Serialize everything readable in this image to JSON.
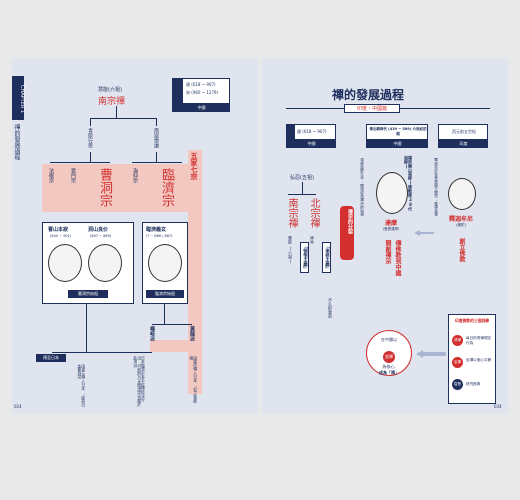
{
  "left": {
    "chapter_tab": "CHAPTER 1",
    "side_title": "禪的發展過程",
    "page_number": "024",
    "top_head_small": "慧能(六祖)",
    "top_head": "南宗禪",
    "era_box": {
      "row1": "唐 (618 ~ 907)",
      "row2": "宋 (960 ~ 1279)",
      "label": "中國"
    },
    "branch_left": "青原行思",
    "branch_right": "南嶽懷讓",
    "sub_left_a": "法眼宗",
    "sub_left_b": "雲門宗",
    "sub_right_a": "溈仰宗",
    "school_caodong": "曹洞宗",
    "school_linji": "臨濟宗",
    "five_houses": "五家七宗",
    "person1_name": "曹山本寂",
    "person1_dates": "(840 ~ 901)",
    "person2_name": "洞山良价",
    "person2_dates": "(807 ~ 869)",
    "person3_name": "臨濟義玄",
    "person3_dates": "(? ~ 866 / 867)",
    "caption_caodong": "曹洞宗始祖",
    "caption_linji": "臨濟宗始祖",
    "sect_yangqi": "楊岐派",
    "sect_huanglong": "黃龍派",
    "japan_label": "傳至日本",
    "note_caodong": "由道元傳入日本,成為日本曹洞宗",
    "note_yangqi": "日本臨濟宗多半從楊岐派分出,目前的日本臨濟宗也屬於此流派",
    "note_huanglong": "由榮西傳入日本,但之後斷絕"
  },
  "right": {
    "title": "禪的發展過程",
    "subtitle": "印度・中國篇",
    "page_number": "034",
    "col_left": {
      "era": "唐 (618 ~ 907)",
      "label": "中國"
    },
    "col_mid": {
      "era": "南北朝時代 (439 ~ 589) 六世紀初期",
      "label": "中國"
    },
    "col_right": {
      "era": "西元前五世紀",
      "label": "印度"
    },
    "hongren": "弘忍(五祖)",
    "north_school": "北宗禪",
    "south_school": "南宗禪",
    "shenxiu": "神秀",
    "huineng": "慧能",
    "north_label": "「漸修主義」",
    "south_label": "「頓悟主義」",
    "north_note": "不久即衰退",
    "south_note": "(六祖)",
    "split_box": "禪宗的分裂",
    "mid_heading": "禪宗開山祖師(佛教第28代祖師)",
    "mid_desc": "達摩面壁九年,開悟成為禪宗的始祖",
    "damo_name": "達摩",
    "damo_sub": "(菩提達摩)",
    "damo_red1": "傳佛教到中國",
    "damo_red2": "開創禪宗",
    "buddha_desc": "釋迦牟尼在菩提樹下開悟,獲得真理",
    "buddha_name": "釋迦牟尼",
    "buddha_sub": "(佛陀)",
    "buddha_red": "創立佛教",
    "bubble_line1": "在中國以",
    "bubble_key": "坐禪",
    "bubble_line2": "為核心,",
    "bubble_line3": "成為「禪」",
    "teachings_title": "印度佛教的三個訓練",
    "teach1_tag": "戒律",
    "teach1_text": "每日的戒律規定行為",
    "teach2_tag": "坐禪",
    "teach2_text": "坐禪以使心平靜",
    "teach3_tag": "智慧",
    "teach3_text": "研究經典"
  }
}
